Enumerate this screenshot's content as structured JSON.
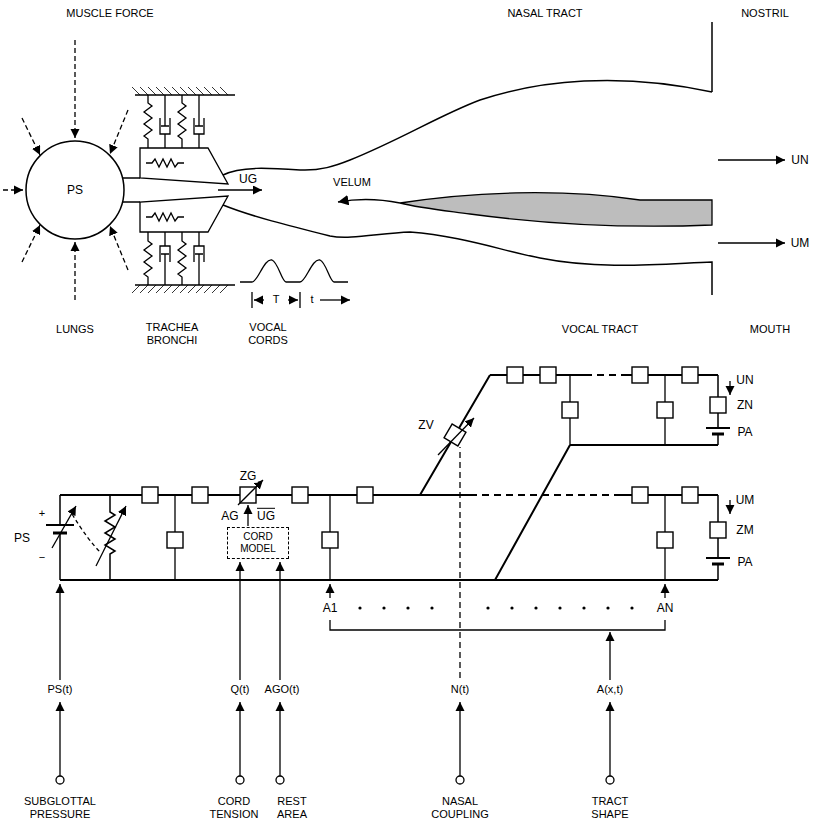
{
  "diagram": {
    "nodes": [
      {
        "text": [
          "PS"
        ]
      },
      {
        "text": [
          "CORD MODEL"
        ]
      }
    ],
    "labels": [
      "MUSCLE FORCE",
      "NASAL TRACT",
      "NOSTRIL",
      "UG",
      "VELUM",
      "UN",
      "UM",
      "T",
      "t",
      "LUNGS",
      "TRACHEA BRONCHI",
      "VOCAL CORDS",
      "VOCAL TRACT",
      "MOUTH",
      "UN",
      "ZN",
      "PA",
      "ZV",
      "ZG",
      "AG",
      "UG",
      "UM",
      "ZM",
      "PA",
      "PS",
      "+",
      "−",
      "A1",
      "AN",
      "PS(t)",
      "Q(t)",
      "AGO(t)",
      "N(t)",
      "A(x,t)",
      "SUBGLOTTAL PRESSURE",
      "CORD TENSION",
      "REST AREA",
      "NASAL COUPLING",
      "TRACT SHAPE"
    ]
  }
}
